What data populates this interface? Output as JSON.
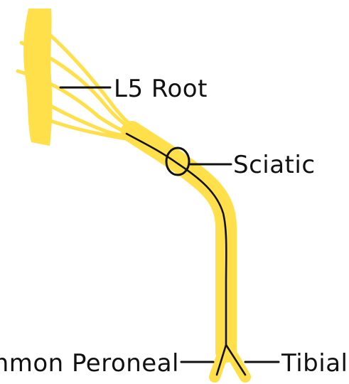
{
  "labels": {
    "l5_root": "L5 Root",
    "sciatic": "Sciatic",
    "common_peroneal": "Common Peroneal",
    "tibial": "Tibial"
  },
  "colors": {
    "nerve": "#FFE04A",
    "ink": "#111111",
    "background": "#FFFFFF"
  }
}
